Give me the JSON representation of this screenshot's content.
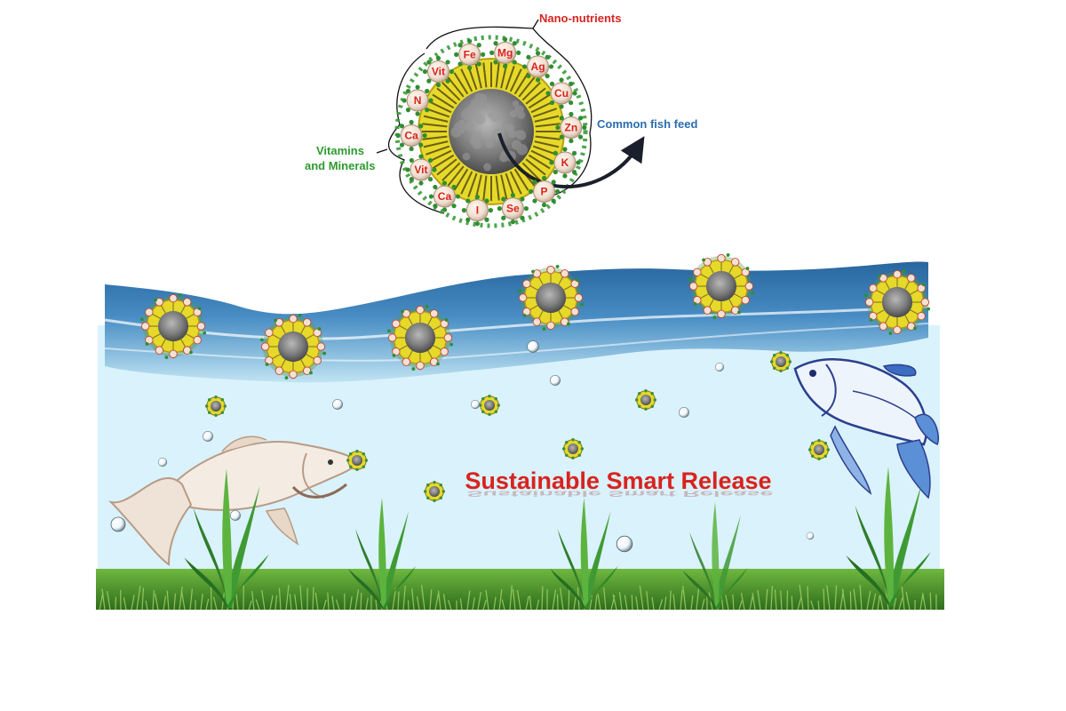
{
  "labels": {
    "nano_nutrients": "Nano-nutrients",
    "vitamins_line1": "Vitamins",
    "vitamins_line2": "and Minerals",
    "common_feed": "Common fish feed",
    "release_title": "Sustainable Smart Release"
  },
  "nutrients": [
    "Mg",
    "Ag",
    "Cu",
    "Zn",
    "K",
    "P",
    "Se",
    "I",
    "Ca",
    "Vit",
    "Ca",
    "N",
    "Vit",
    "Fe"
  ],
  "colors": {
    "nutrient_red": "#d8231f",
    "vitamin_green": "#2e9a2e",
    "feed_blue": "#2a6db0",
    "water": "#daf2fb",
    "shell_yellow": "#e6d92a",
    "core_gray": "#7d7d7d"
  },
  "icons": {
    "large_particle": "nanoparticle-icon",
    "fish_left": "fish-icon",
    "fish_right": "tuna-icon",
    "plants": "seaweed-icon",
    "bubbles": "bubble-icon"
  }
}
